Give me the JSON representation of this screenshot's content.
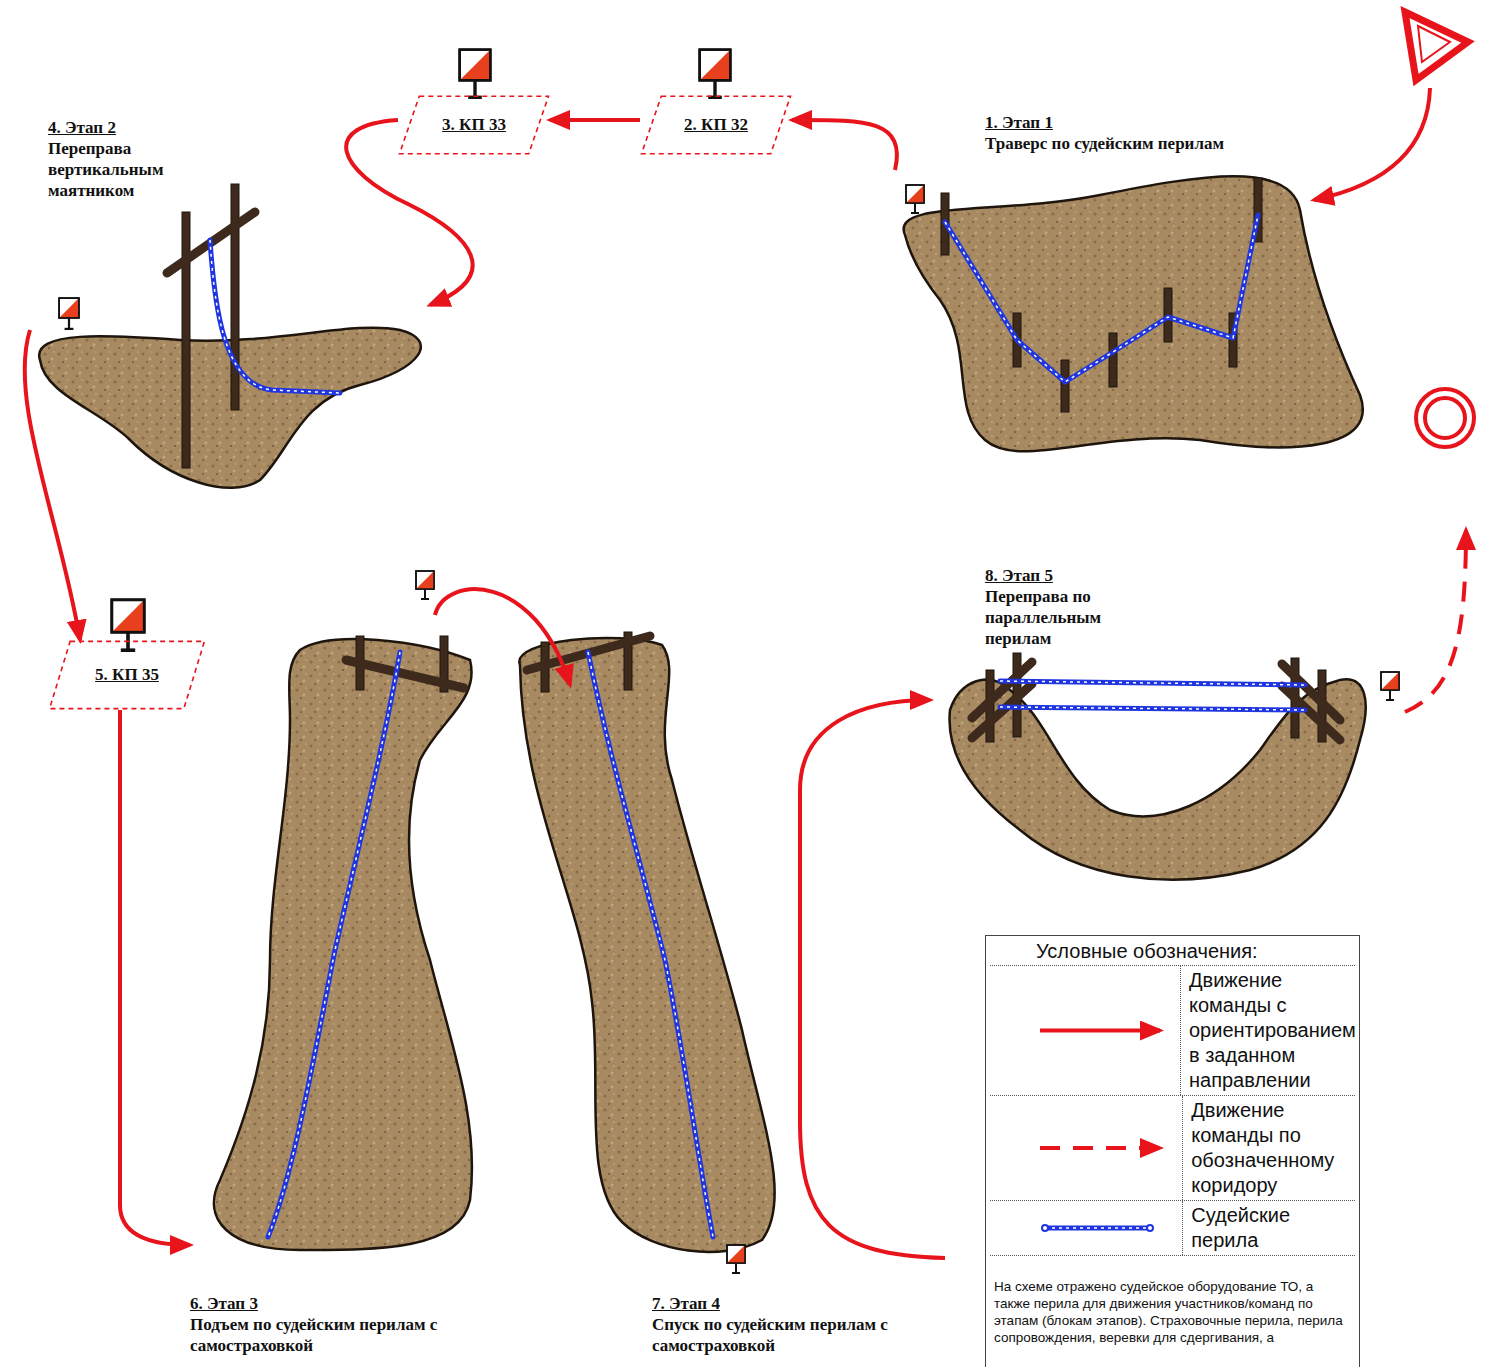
{
  "diagram": {
    "nodes": [
      {
        "text": [
          "1. Этап 1",
          "Траверс по судейским перилам"
        ]
      },
      {
        "text": [
          "2. КП 32"
        ]
      },
      {
        "text": [
          "3. КП 33"
        ]
      },
      {
        "text": [
          "4. Этап 2",
          "Переправа вертикальным маятником"
        ]
      },
      {
        "text": [
          "5. КП 35"
        ]
      },
      {
        "text": [
          "6. Этап 3",
          "Подъем по судейским перилам с самостраховкой"
        ]
      },
      {
        "text": [
          "7. Этап 4",
          "Спуск по судейским перилам с самостраховкой"
        ]
      },
      {
        "text": [
          "8. Этап 5",
          "Переправа по параллельным перилам"
        ]
      }
    ],
    "edges": [
      {
        "from": 0,
        "to": 1,
        "arrow": "to"
      },
      {
        "from": 1,
        "to": 2,
        "arrow": "to"
      },
      {
        "from": 2,
        "to": 3,
        "arrow": "to"
      },
      {
        "from": 3,
        "to": 4,
        "arrow": "to"
      },
      {
        "from": 4,
        "to": 5,
        "arrow": "to"
      },
      {
        "from": 5,
        "to": 6,
        "arrow": "to"
      },
      {
        "from": 6,
        "to": 7,
        "arrow": "to"
      }
    ],
    "labels": [
      "Условные обозначения:",
      "На схеме отражено судейское оборудование ТО, а также перила для движения участников/команд по этапам (блокам этапов). Страховочные перила, перила сопровождения, веревки для сдергивания, а"
    ],
    "legend": [
      {
        "text": "Движение команды с ориентированием в заданном направлении"
      },
      {
        "text": "Движение команды по обозначенному коридору"
      },
      {
        "text": "Судейские перила"
      }
    ]
  }
}
